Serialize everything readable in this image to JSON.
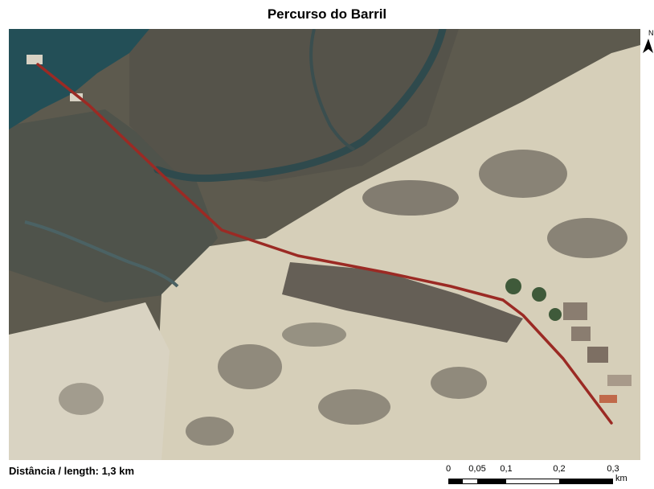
{
  "title": "Percurso do Barril",
  "distance_label": "Distância / length: 1,3 km",
  "north_label": "N",
  "scale_bar": {
    "ticks": [
      "0",
      "0,05",
      "0,1",
      "0,2",
      "0,3"
    ],
    "tick_values_km": [
      0,
      0.05,
      0.1,
      0.2,
      0.3
    ],
    "unit": "km"
  },
  "route": {
    "color": "#9b2a24",
    "length_km": 1.3
  },
  "colors": {
    "water": "#234f57",
    "marsh": "#5d5a4e",
    "sand": "#d6cfb9",
    "dark_vegetation": "#3f3a35"
  }
}
